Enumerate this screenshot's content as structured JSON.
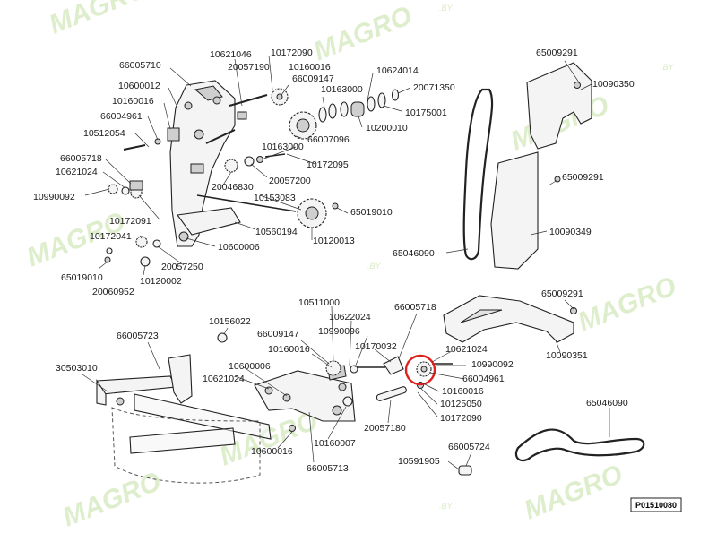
{
  "watermark": {
    "text": "MAGRO",
    "suffix": ".BY"
  },
  "drawing_code": "P01510080",
  "highlight_color": "#e0201c",
  "labels": [
    "66005710",
    "10621046",
    "10172090",
    "10160016",
    "66009147",
    "20057190",
    "10600012",
    "10160016",
    "66004961",
    "10512054",
    "66005718",
    "10621024",
    "10990092",
    "10172091",
    "10172041",
    "65019010",
    "20060952",
    "10120002",
    "20057250",
    "10600006",
    "10560194",
    "10120013",
    "65019010",
    "10153083",
    "20057200",
    "20046830",
    "10172095",
    "10163000",
    "66007096",
    "10200010",
    "10175001",
    "20071350",
    "10624014",
    "10163000",
    "65009291",
    "10090350",
    "65009291",
    "10090349",
    "65046090",
    "65009291",
    "10090351",
    "65046090",
    "10156022",
    "66005723",
    "30503010",
    "10621024",
    "10600006",
    "66009147",
    "10160016",
    "10511000",
    "10622024",
    "10990096",
    "10170032",
    "66005718",
    "10621024",
    "10990092",
    "66004961",
    "10160016",
    "10125050",
    "10172090",
    "20057180",
    "10160007",
    "66005713",
    "10600016",
    "66005724",
    "10591905"
  ]
}
